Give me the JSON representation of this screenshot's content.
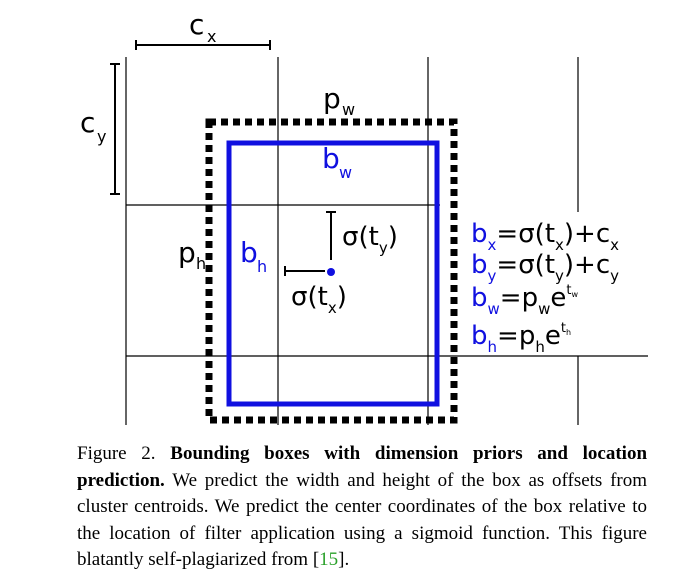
{
  "figure": {
    "labels": {
      "cx": "c",
      "cx_sub": "x",
      "cy": "c",
      "cy_sub": "y",
      "pw": "p",
      "pw_sub": "w",
      "ph": "p",
      "ph_sub": "h",
      "bw": "b",
      "bw_sub": "w",
      "bh": "b",
      "bh_sub": "h",
      "sigma_ty": "σ(t",
      "sigma_ty_sub": "y",
      "sigma_ty_close": ")",
      "sigma_tx": "σ(t",
      "sigma_tx_sub": "x",
      "sigma_tx_close": ")"
    },
    "equations": [
      {
        "b": "b",
        "sub": "x",
        "rhs1": "=σ(t",
        "rhs_sub": "x",
        "rhs2": ")+c",
        "rhs_sub2": "x"
      },
      {
        "b": "b",
        "sub": "y",
        "rhs1": "=σ(t",
        "rhs_sub": "y",
        "rhs2": ")+c",
        "rhs_sub2": "y"
      },
      {
        "b": "b",
        "sub": "w",
        "rhs1": "=p",
        "rhs_sub": "w",
        "rhs2": "e",
        "sup": "t",
        "sup_sub": "w"
      },
      {
        "b": "b",
        "sub": "h",
        "rhs1": "=p",
        "rhs_sub": "h",
        "rhs2": "e",
        "sup": "t",
        "sup_sub": "h"
      }
    ],
    "colors": {
      "box": "#1010e0",
      "grid": "#000000",
      "prior": "#000000"
    }
  },
  "caption": {
    "prefix": "Figure 2. ",
    "bold": "Bounding boxes with dimension priors and location prediction.",
    "body": " We predict the width and height of the box as offsets from cluster centroids. We predict the center coordinates of the box relative to the location of filter application using a sigmoid function. This figure blatantly self-plagiarized from [",
    "cite": "15",
    "suffix": "]."
  }
}
